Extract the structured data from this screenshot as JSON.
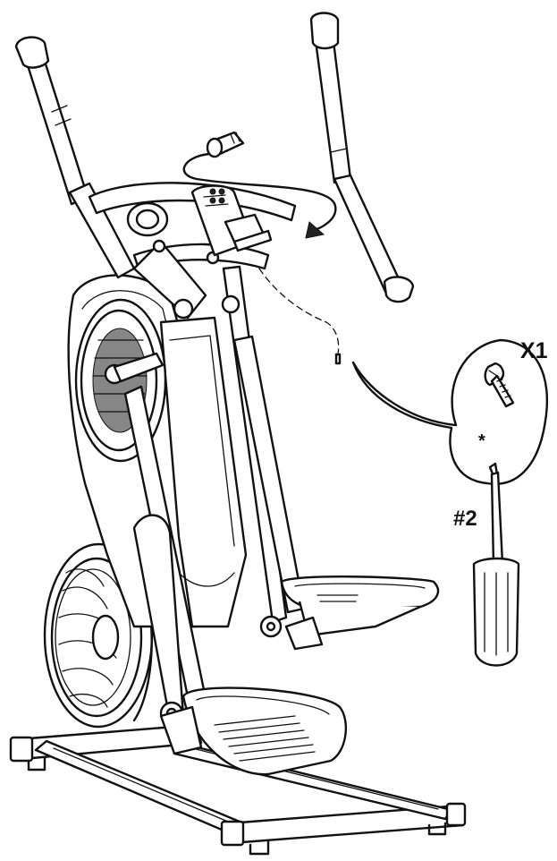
{
  "callout": {
    "quantity": "X1",
    "tool": "#2",
    "mark": "*"
  },
  "icons": {
    "machine": "elliptical-trainer",
    "screw": "screw-icon",
    "screwdriver": "phillips-screwdriver-icon",
    "knob": "knob-icon"
  }
}
